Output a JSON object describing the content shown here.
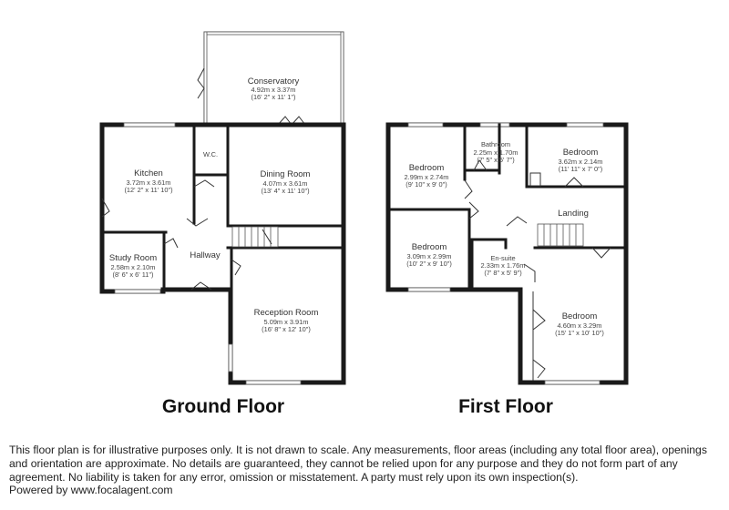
{
  "floors": {
    "ground": {
      "title": "Ground Floor",
      "rooms": {
        "conservatory": {
          "name": "Conservatory",
          "metric": "4.92m x 3.37m",
          "imperial": "(16' 2\" x 11' 1\")"
        },
        "kitchen": {
          "name": "Kitchen",
          "metric": "3.72m x 3.61m",
          "imperial": "(12' 2\" x 11' 10\")"
        },
        "wc": {
          "name": "W.C."
        },
        "dining": {
          "name": "Dining Room",
          "metric": "4.07m x 3.61m",
          "imperial": "(13' 4\" x 11' 10\")"
        },
        "hallway": {
          "name": "Hallway"
        },
        "study": {
          "name": "Study Room",
          "metric": "2.58m x 2.10m",
          "imperial": "(8' 6\" x 6' 11\")"
        },
        "reception": {
          "name": "Reception Room",
          "metric": "5.09m x 3.91m",
          "imperial": "(16' 8\" x 12' 10\")"
        }
      }
    },
    "first": {
      "title": "First Floor",
      "rooms": {
        "bedroom_nw": {
          "name": "Bedroom",
          "metric": "2.99m x 2.74m",
          "imperial": "(9' 10\" x 9' 0\")"
        },
        "bathroom": {
          "name": "Bathroom",
          "metric": "2.25m x 1.70m",
          "imperial": "(7' 5\" x 5' 7\")"
        },
        "bedroom_ne": {
          "name": "Bedroom",
          "metric": "3.62m x 2.14m",
          "imperial": "(11' 11\" x 7' 0\")"
        },
        "landing": {
          "name": "Landing"
        },
        "bedroom_sw": {
          "name": "Bedroom",
          "metric": "3.09m x 2.99m",
          "imperial": "(10' 2\" x 9' 10\")"
        },
        "ensuite": {
          "name": "En-suite",
          "metric": "2.33m x 1.76m",
          "imperial": "(7' 8\" x 5' 9\")"
        },
        "bedroom_se": {
          "name": "Bedroom",
          "metric": "4.60m x 3.29m",
          "imperial": "(15' 1\" x 10' 10\")"
        }
      }
    }
  },
  "footer": {
    "disclaimer": "This floor plan is for illustrative purposes only. It is not drawn to scale. Any measurements, floor areas (including any total floor area), openings and orientation are approximate. No details are guaranteed, they cannot be relied upon for any purpose and they do not form part of any agreement. No liability is taken for any error, omission or misstatement. A party must rely upon its own inspection(s).",
    "powered_by": "Powered by www.focalagent.com"
  }
}
